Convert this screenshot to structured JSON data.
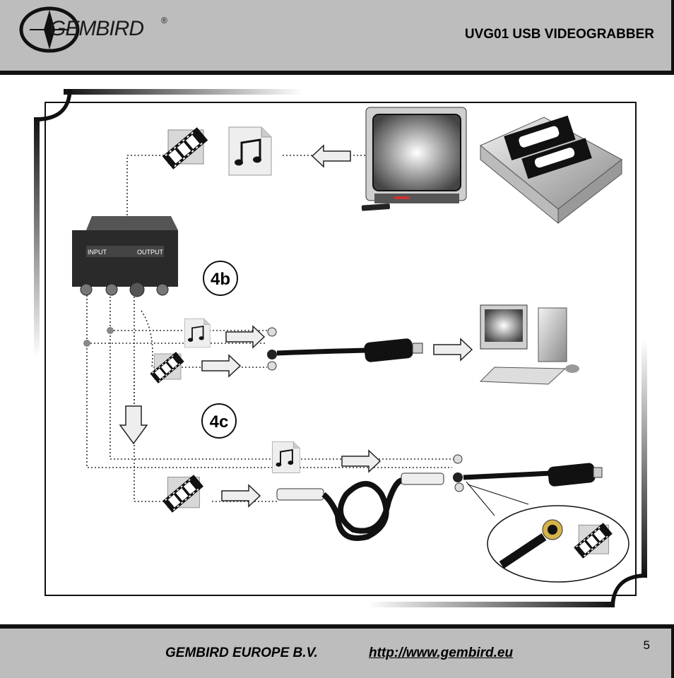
{
  "header": {
    "logo_text": "GEMBIRD",
    "logo_mark": "®",
    "product_title": "UVG01 USB VIDEOGRABBER"
  },
  "figure": {
    "label_4b": "4b",
    "label_4c": "4c",
    "adapter_input_label": "INPUT",
    "adapter_output_label": "OUTPUT",
    "icons": [
      "video-file-icon",
      "audio-file-icon",
      "arrow-icon",
      "tv-icon",
      "vcr-icon",
      "scart-adapter-icon",
      "computer-icon",
      "usb-grabber-icon",
      "svideo-plug-icon"
    ]
  },
  "footer": {
    "company": "GEMBIRD EUROPE B.V.",
    "url": "http://www.gembird.eu",
    "page_number": "5"
  }
}
